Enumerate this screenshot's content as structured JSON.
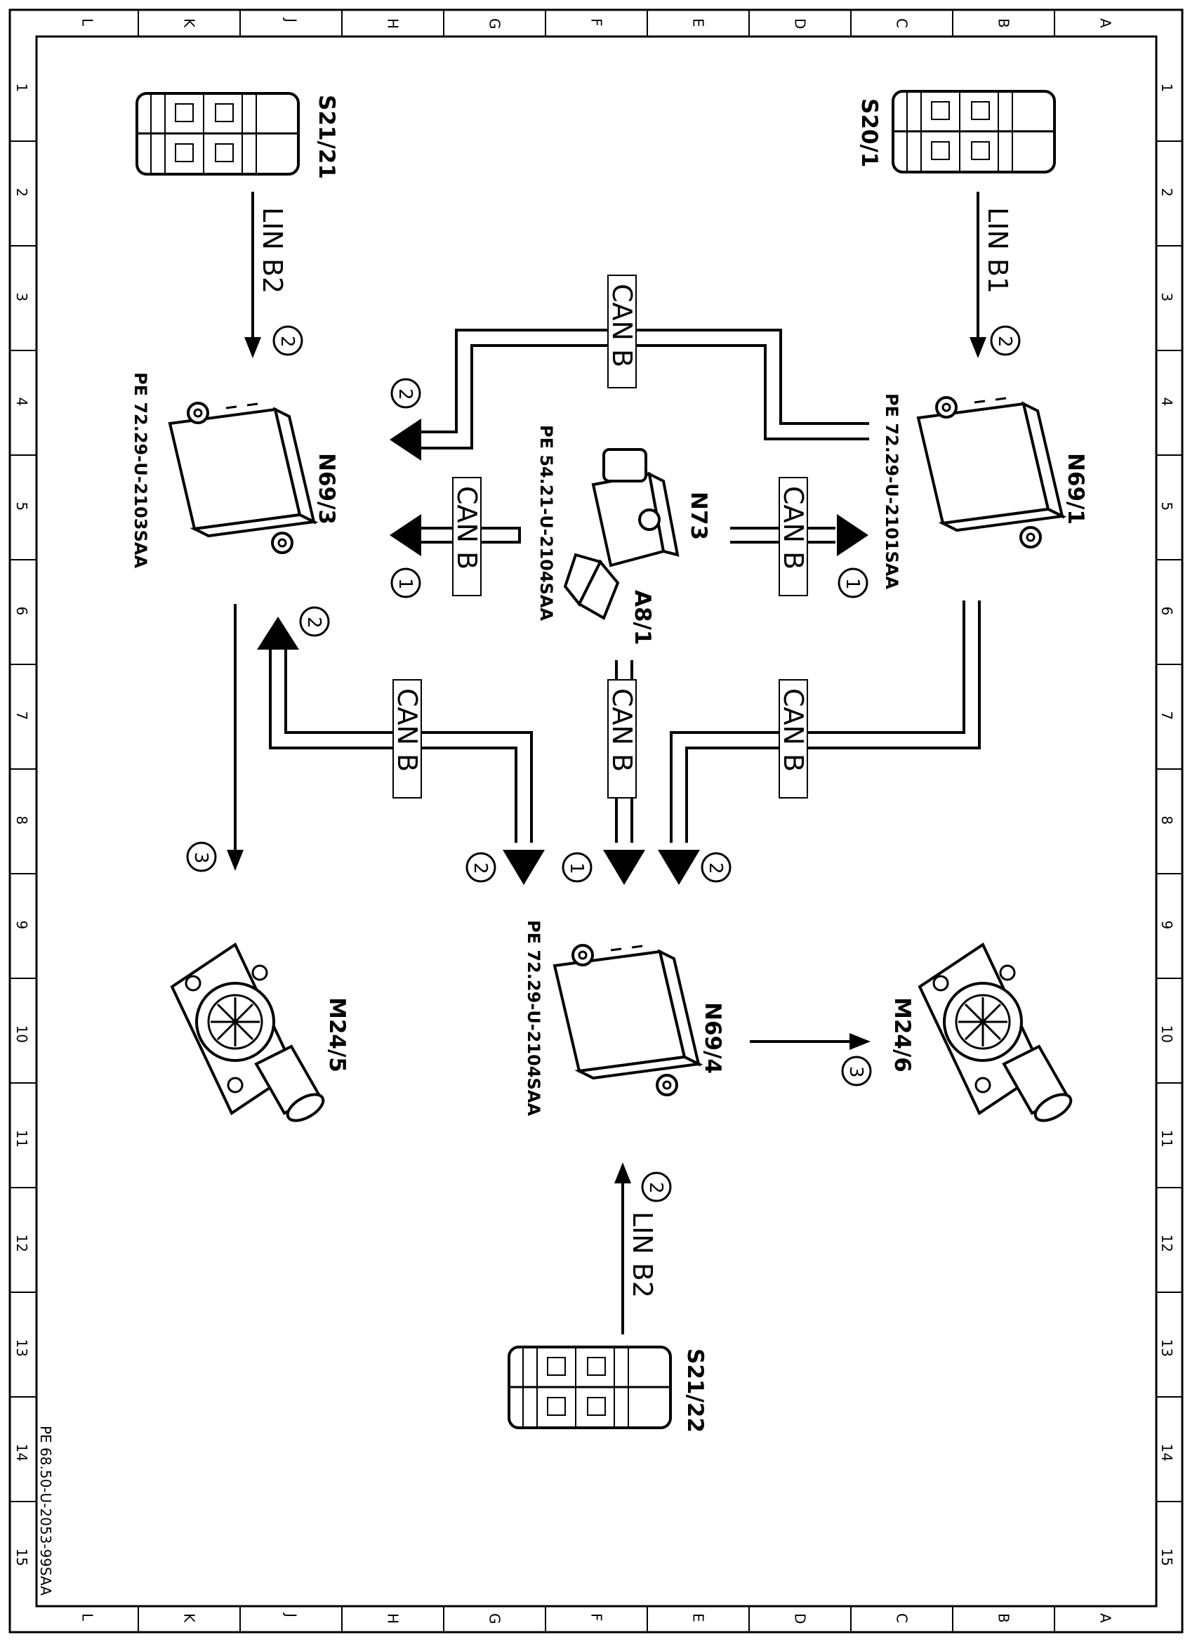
{
  "grid": {
    "columns": [
      "L",
      "K",
      "J",
      "H",
      "G",
      "F",
      "E",
      "D",
      "C",
      "B",
      "A"
    ],
    "rows": [
      "1",
      "2",
      "3",
      "4",
      "5",
      "6",
      "7",
      "8",
      "9",
      "10",
      "11",
      "12",
      "13",
      "14",
      "15"
    ]
  },
  "components": {
    "s20_1": "S20/1",
    "s21_21": "S21/21",
    "s21_22": "S21/22",
    "n69_1": "N69/1",
    "n69_3": "N69/3",
    "n69_4": "N69/4",
    "n73": "N73",
    "a8_1": "A8/1",
    "m24_5": "M24/5",
    "m24_6": "M24/6"
  },
  "references": {
    "n69_1": "PE 72.29-U-2101SAA",
    "n69_3": "PE 72.29-U-2103SAA",
    "n69_4": "PE 72.29-U-2104SAA",
    "n73": "PE 54.21-U-2104SAA"
  },
  "buses": {
    "lin_b1": "LIN B1",
    "lin_b2": "LIN B2",
    "can_b": "CAN B"
  },
  "markers": {
    "one": "1",
    "two": "2",
    "three": "3"
  },
  "footer": "PE 68.50-U-2053-99SAA"
}
